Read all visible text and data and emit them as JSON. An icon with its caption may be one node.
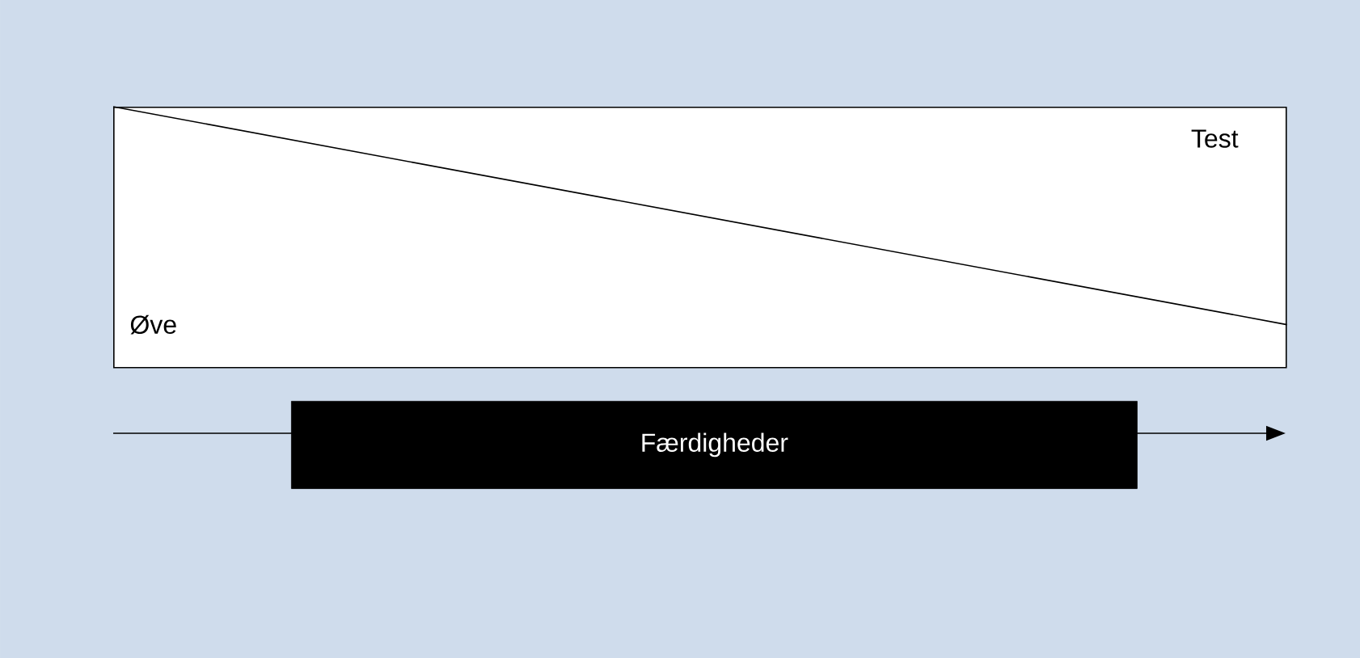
{
  "diagram": {
    "nodes": [
      {
        "text": [
          "Test",
          "Øve"
        ]
      },
      {
        "text": [
          "Færdigheder"
        ]
      }
    ]
  }
}
